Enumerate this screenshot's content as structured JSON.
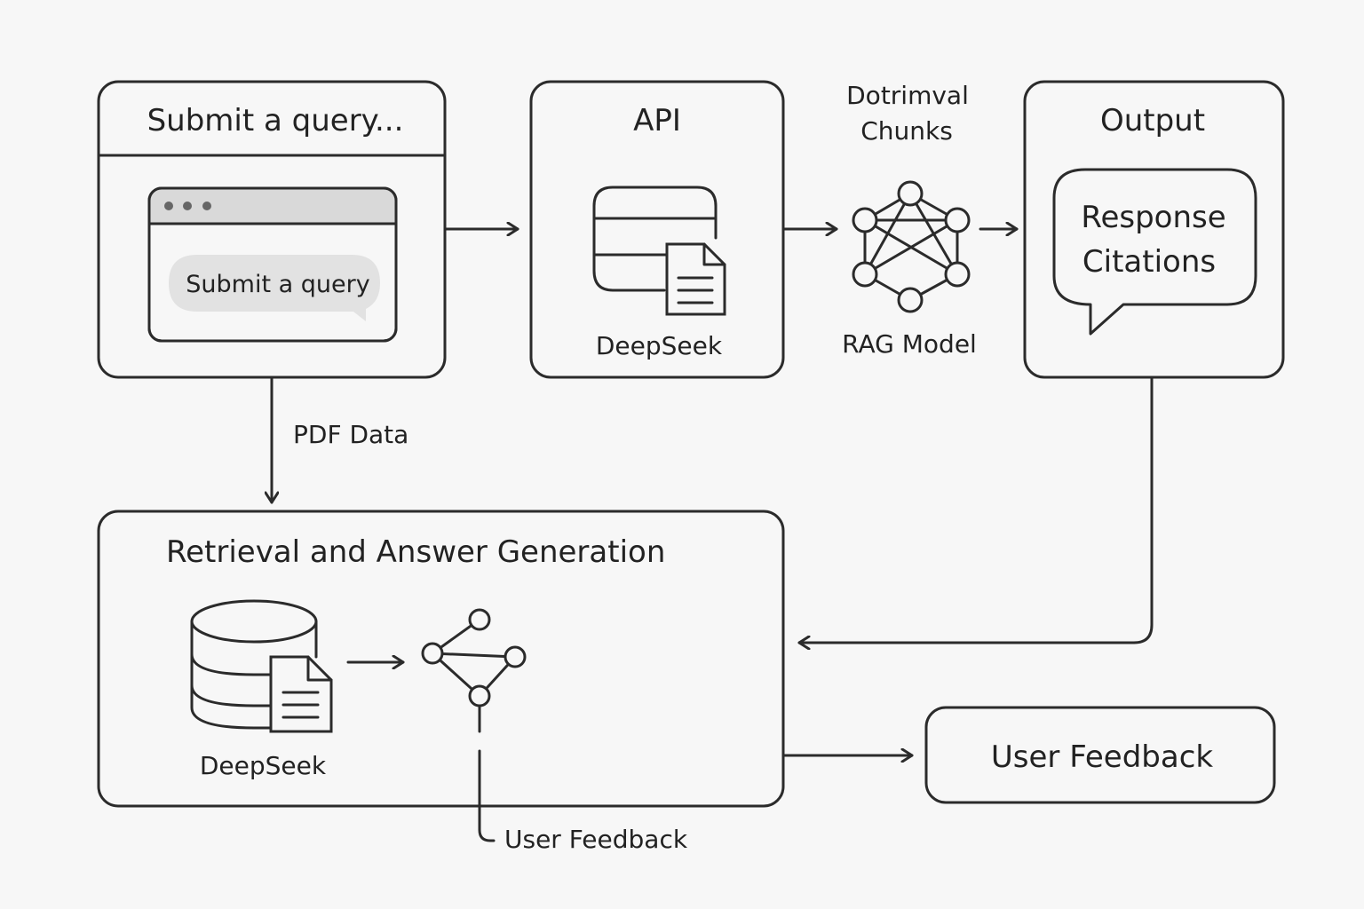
{
  "query_box": {
    "title": "Submit a query...",
    "input_placeholder": "Submit a query"
  },
  "api_box": {
    "title": "API",
    "db_label": "DeepSeek"
  },
  "rag": {
    "top_label_line1": "Dotrimval",
    "top_label_line2": "Chunks",
    "model_label": "RAG Model"
  },
  "output_box": {
    "title": "Output",
    "bubble_line1": "Response",
    "bubble_line2": "Citations"
  },
  "edges": {
    "pdf_data": "PDF Data"
  },
  "retrieval_box": {
    "title": "Retrieval and Answer Generation",
    "db_label": "DeepSeek",
    "feedback_label": "User Feedback"
  },
  "feedback_box": {
    "title": "User Feedback"
  },
  "colors": {
    "accent_text": "#2a4fb5",
    "stroke": "#2b2b2b",
    "background": "#f7f7f7",
    "bubble_fill": "#e2e2e2",
    "titlebar_fill": "#d9d9d9"
  }
}
